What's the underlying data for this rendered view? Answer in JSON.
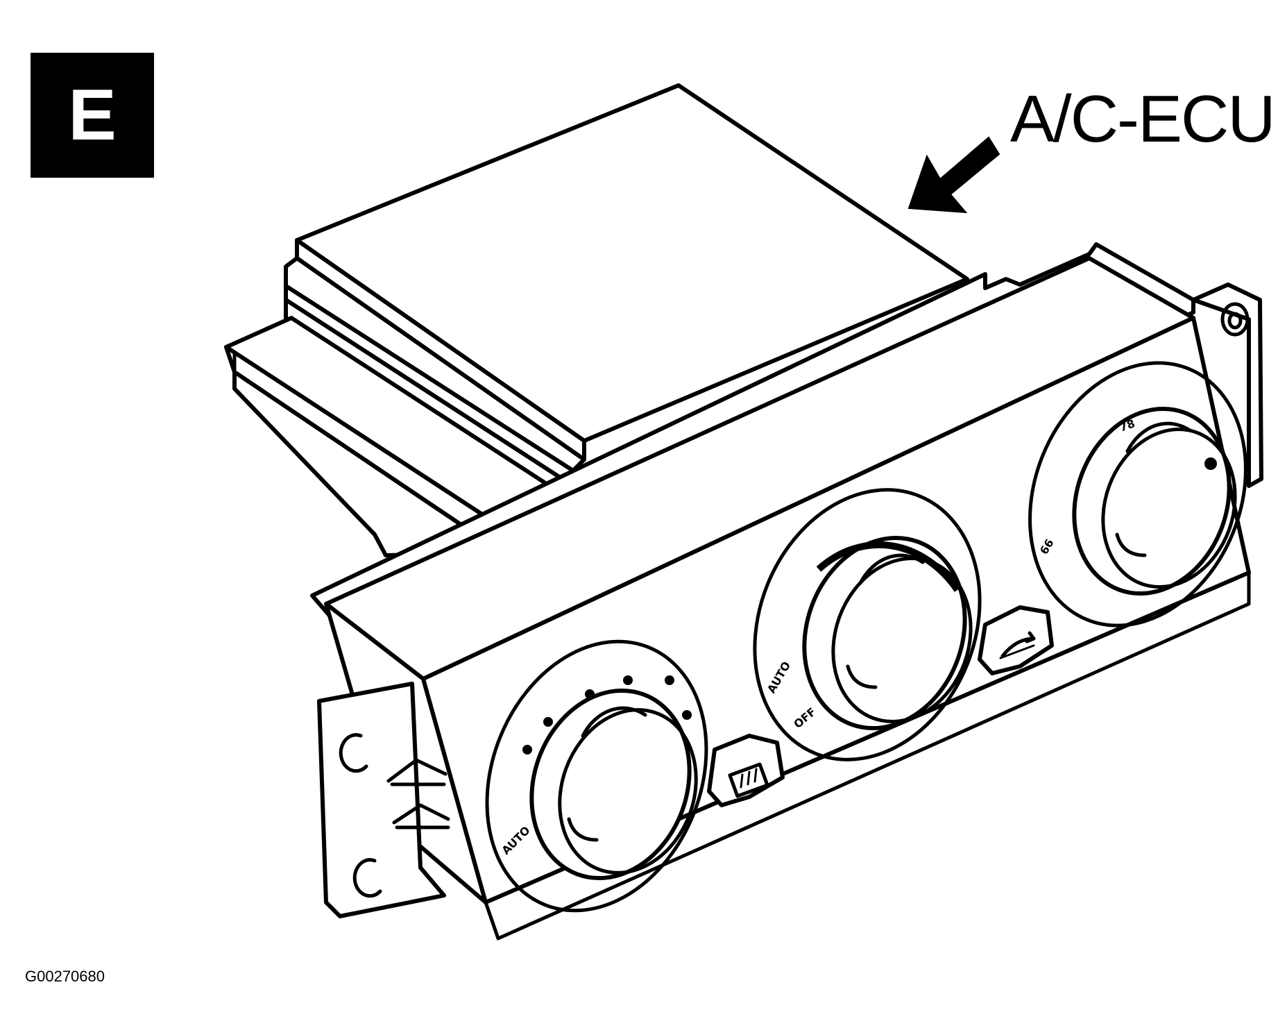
{
  "panel_letter": "E",
  "callout": {
    "label": "A/C-ECU"
  },
  "figure_id": "G00270680",
  "knobs": {
    "mode": {
      "scale_label": "AUTO"
    },
    "fan": {
      "scale_labels": [
        "AUTO",
        "OFF"
      ]
    },
    "temperature": {
      "scale_labels": [
        "78",
        "66"
      ]
    }
  },
  "icons": {
    "arrow": "arrow-icon",
    "rear_defrost": "rear-defrost-icon",
    "recirculation": "recirculation-icon"
  }
}
